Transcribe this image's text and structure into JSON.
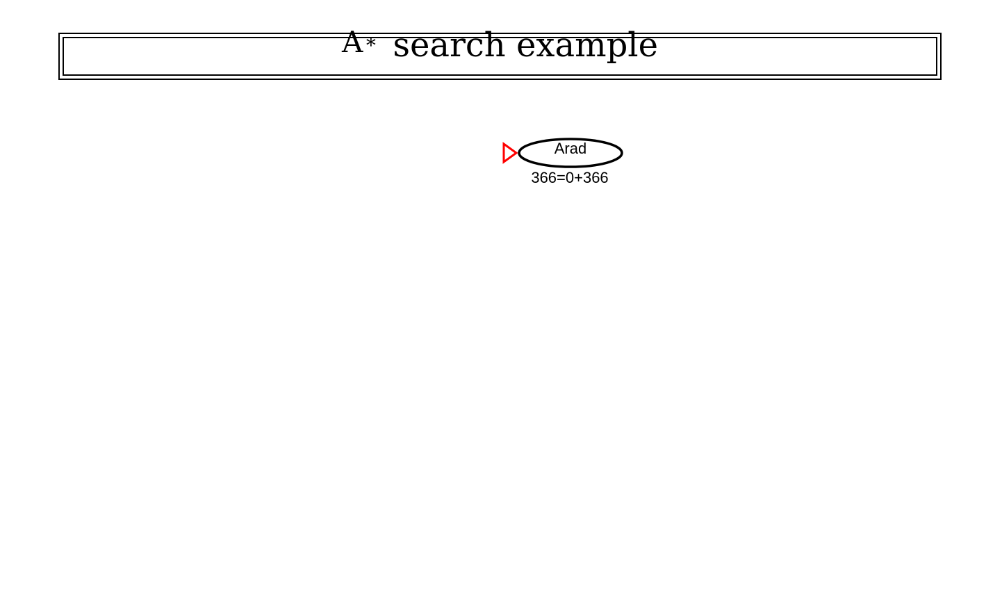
{
  "title": {
    "prefix": "A",
    "star": "∗",
    "text": "search example"
  },
  "tree": {
    "colors": {
      "node_stroke": "#000000",
      "marker": "#ff0000"
    },
    "nodes": [
      {
        "id": "arad",
        "name": "Arad",
        "f_value": "366=0+366",
        "marker": "expansion-arrow"
      }
    ]
  }
}
